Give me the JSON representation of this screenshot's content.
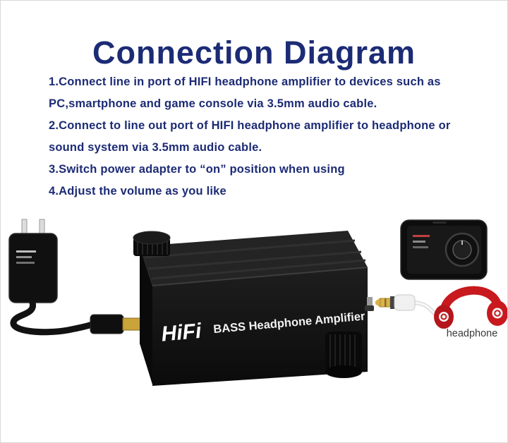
{
  "title": "Connection Diagram",
  "instructions": [
    "1.Connect line in port of HIFI headphone amplifier to devices such as PC,smartphone and game console via 3.5mm audio cable.",
    "2.Connect to line out port of HIFI headphone amplifier to headphone or sound system via 3.5mm audio cable.",
    "3.Switch power adapter to “on” position when using",
    "4.Adjust the volume as you like"
  ],
  "amplifier": {
    "brand": "HiFi",
    "label": "BASS Headphone Amplifier"
  },
  "captions": {
    "headphone": "headphone"
  },
  "illustration_components": [
    "power-adapter",
    "usb-cable",
    "hifi-amplifier",
    "smartphone",
    "audio-jack-3.5mm",
    "headphones"
  ],
  "colors": {
    "heading_text": "#1c2b75",
    "body_text": "#1c2b75",
    "headphone_red": "#c8191e",
    "connector_gold": "#d9b44a",
    "device_black": "#131313"
  }
}
